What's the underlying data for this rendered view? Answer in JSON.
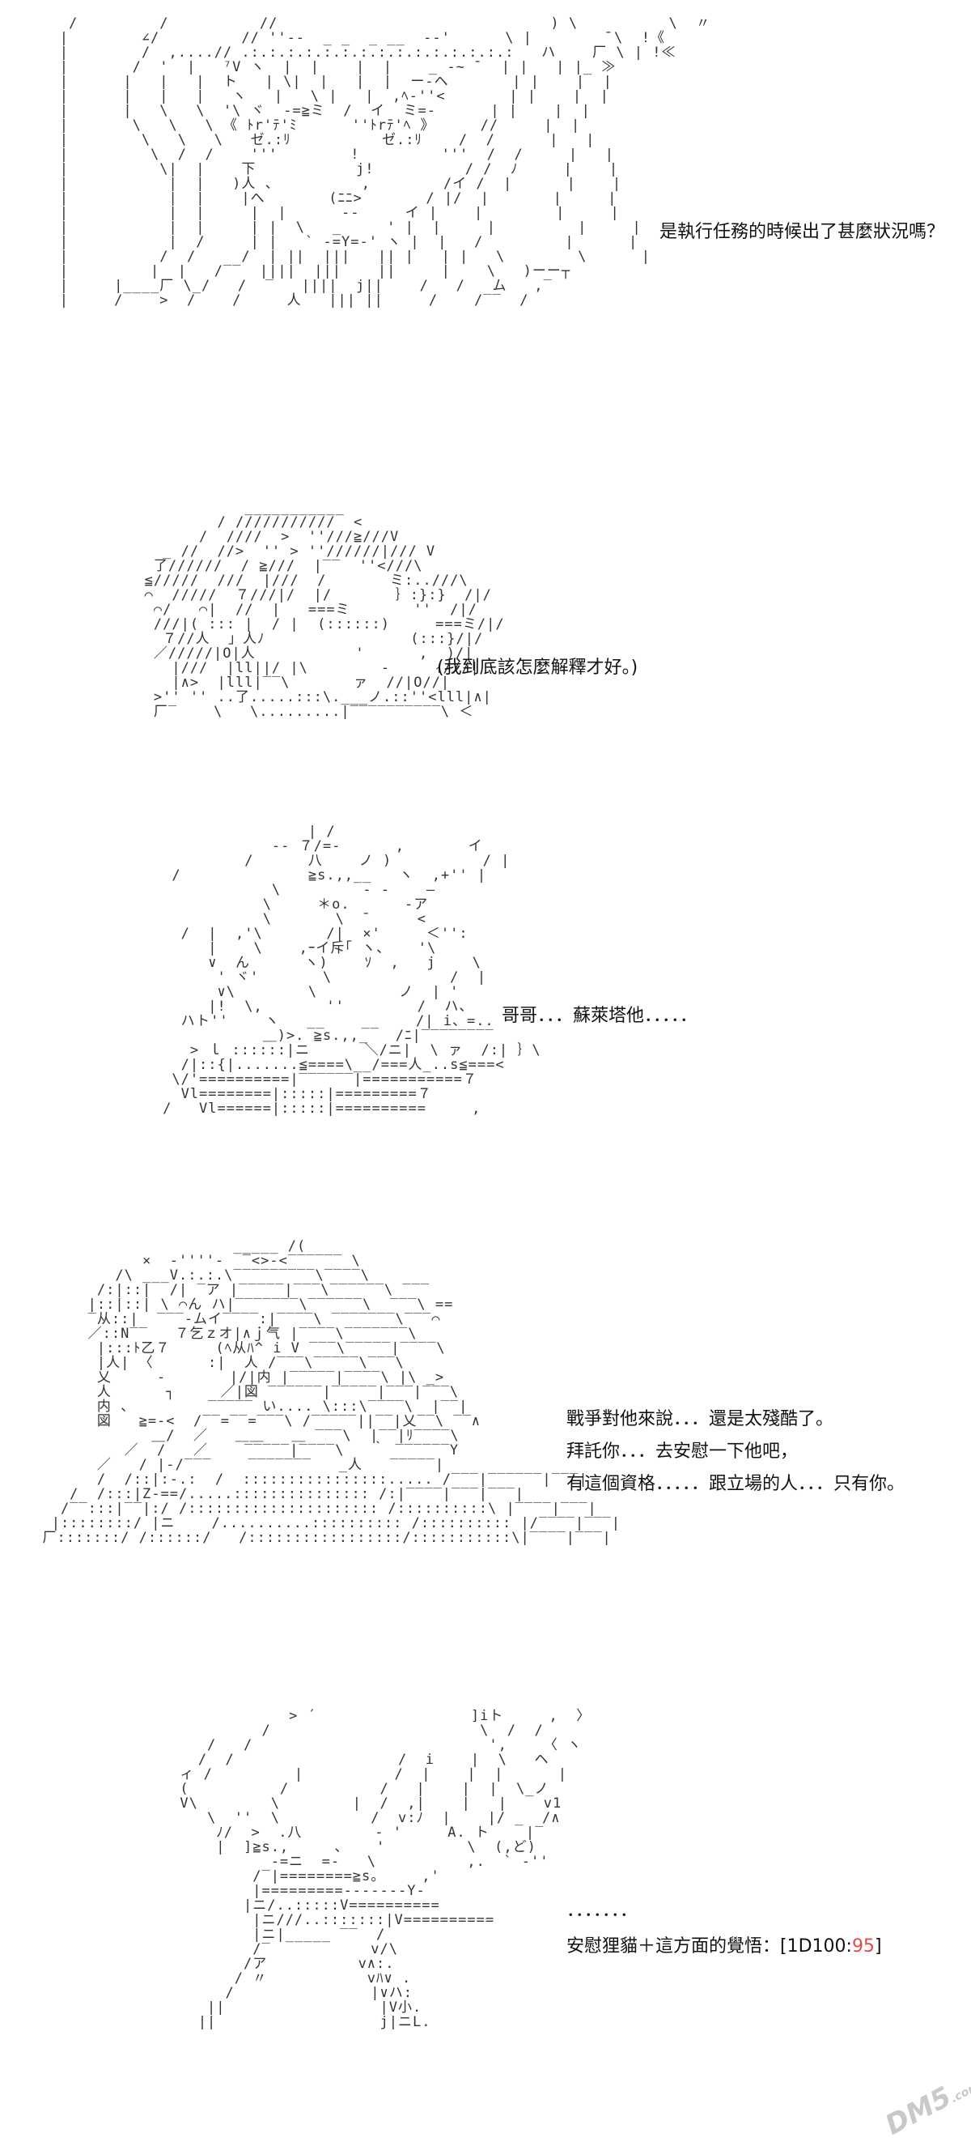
{
  "panels": [
    {
      "id": "panel-1",
      "lines": [
        "是執行任務的時候出了甚麼狀況嗎？"
      ]
    },
    {
      "id": "panel-2",
      "lines": [
        "(我到底該怎麼解釋才好。)"
      ]
    },
    {
      "id": "panel-3",
      "lines": [
        "哥哥．．．蘇萊塔他．．．．．"
      ]
    },
    {
      "id": "panel-4",
      "lines": [
        "戰爭對他來說．．．還是太殘酷了。",
        "拜託你．．．去安慰一下他吧，",
        "有這個資格．．．．．跟立場的人．．．只有你。"
      ]
    },
    {
      "id": "panel-5",
      "lines": [
        "．．．．．．．"
      ],
      "roll": {
        "prefix": "安慰狸貓＋這方面的覺悟：[1D100:",
        "value": "95",
        "suffix": "]"
      }
    }
  ],
  "watermark": {
    "text": "DM5",
    "suffix": ".com"
  },
  "colors": {
    "roll_value": "#e04a4a"
  }
}
